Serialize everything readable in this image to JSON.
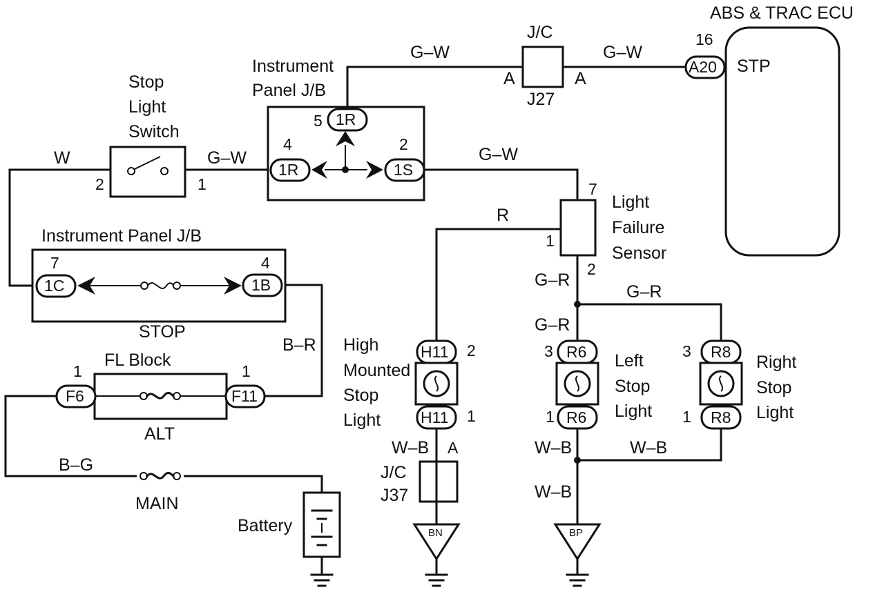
{
  "components": {
    "abs_ecu": {
      "title": "ABS & TRAC ECU",
      "pin_no": "16",
      "connector": "A20",
      "terminal": "STP"
    },
    "jc_top": {
      "title": "J/C",
      "id": "J27",
      "left_pin": "A",
      "right_pin": "A"
    },
    "ip_jb_top": {
      "title_line1": "Instrument",
      "title_line2": "Panel J/B",
      "top_pin": "5",
      "top_conn": "1R",
      "left_pin": "4",
      "left_conn": "1R",
      "right_pin": "2",
      "right_conn": "1S"
    },
    "stop_switch": {
      "line1": "Stop",
      "line2": "Light",
      "line3": "Switch",
      "pin_left": "2",
      "pin_right": "1"
    },
    "ip_jb_mid": {
      "title": "Instrument Panel J/B",
      "left_pin": "7",
      "left_conn": "1C",
      "right_pin": "4",
      "right_conn": "1B",
      "fuse": "STOP"
    },
    "fl_block": {
      "title": "FL Block",
      "left_pin": "1",
      "left_conn": "F6",
      "right_pin": "1",
      "right_conn": "F11",
      "fuse": "ALT"
    },
    "main_fuse": {
      "label": "MAIN"
    },
    "battery": {
      "label": "Battery"
    },
    "light_failure_sensor": {
      "line1": "Light",
      "line2": "Failure",
      "line3": "Sensor",
      "pin_top": "7",
      "pin_left": "1",
      "pin_bottom": "2"
    },
    "high_mounted": {
      "line1": "High",
      "line2": "Mounted",
      "line3": "Stop",
      "line4": "Light",
      "top_conn": "H11",
      "top_pin": "2",
      "bottom_conn": "H11",
      "bottom_pin": "1"
    },
    "jc_bottom": {
      "line1": "J/C",
      "line2": "J37",
      "pin": "A"
    },
    "left_stop": {
      "line1": "Left",
      "line2": "Stop",
      "line3": "Light",
      "top_conn": "R6",
      "top_pin": "3",
      "bottom_conn": "R6",
      "bottom_pin": "1"
    },
    "right_stop": {
      "line1": "Right",
      "line2": "Stop",
      "line3": "Light",
      "top_conn": "R8",
      "top_pin": "3",
      "bottom_conn": "R8",
      "bottom_pin": "1"
    },
    "ground_bn": {
      "label": "BN"
    },
    "ground_bp": {
      "label": "BP"
    }
  },
  "wires": {
    "w_switch": "W",
    "gw_switch_jb": "G–W",
    "gw_top_left": "G–W",
    "gw_top_right": "G–W",
    "gw_jb_sensor": "G–W",
    "r_sensor_high": "R",
    "gr_sensor_down": "G–R",
    "gr_right": "G–R",
    "gr_left_light": "G–R",
    "br": "B–R",
    "bg": "B–G",
    "wb_high": "W–B",
    "wb_left": "W–B",
    "wb_right": "W–B",
    "wb_bottom": "W–B"
  }
}
